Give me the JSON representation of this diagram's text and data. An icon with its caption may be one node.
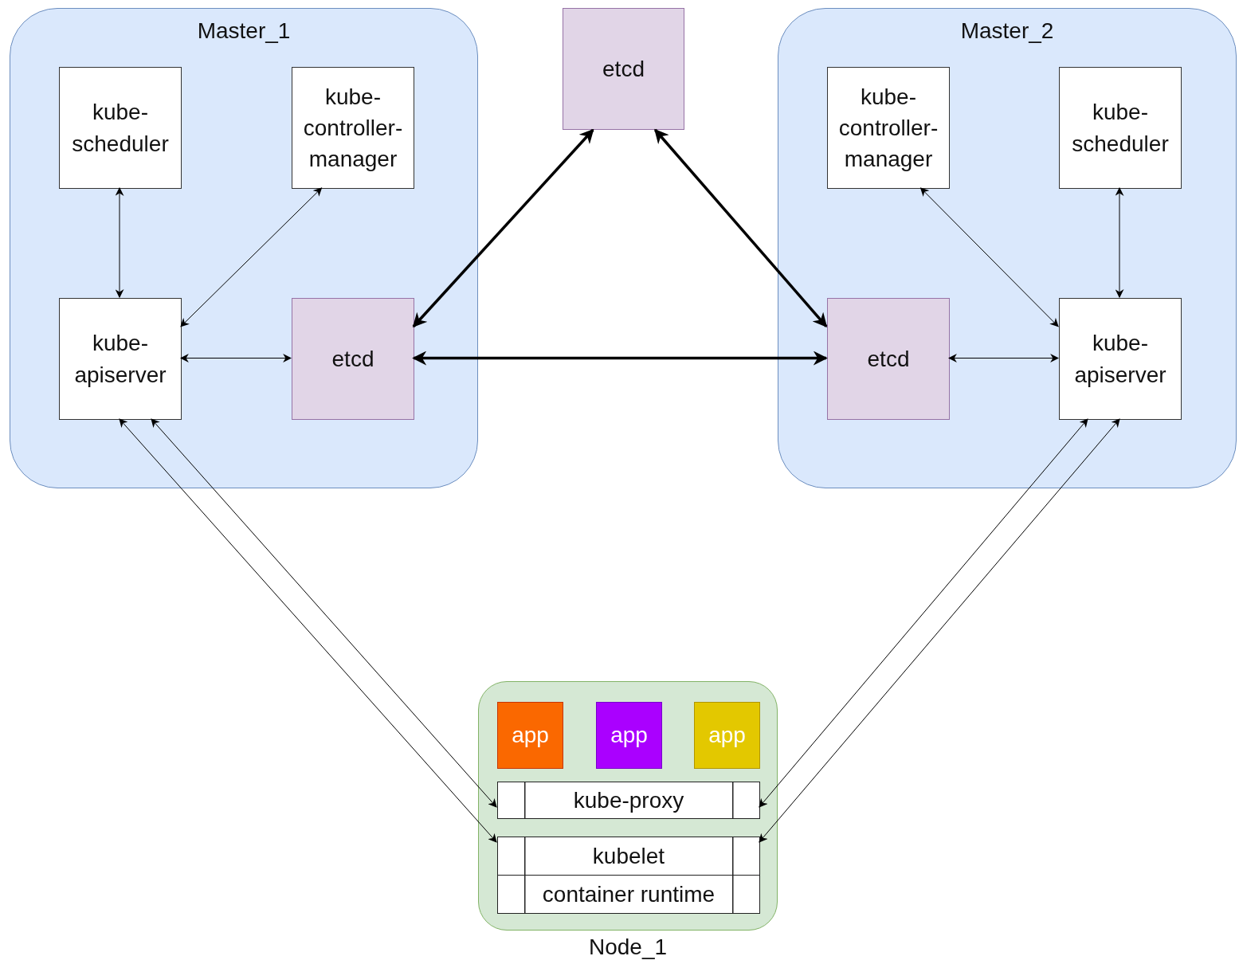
{
  "diagram": {
    "nodes": [
      {
        "text": [
          "Master_1"
        ]
      },
      {
        "text": [
          "kube-scheduler"
        ],
        "in": 0
      },
      {
        "text": [
          "kube-controller-manager"
        ],
        "in": 0
      },
      {
        "text": [
          "kube-apiserver"
        ],
        "in": 0
      },
      {
        "text": [
          "etcd"
        ],
        "in": 0
      },
      {
        "text": [
          "etcd"
        ]
      },
      {
        "text": [
          "Master_2"
        ]
      },
      {
        "text": [
          "kube-controller-manager"
        ],
        "in": 6
      },
      {
        "text": [
          "kube-scheduler"
        ],
        "in": 6
      },
      {
        "text": [
          "etcd"
        ],
        "in": 6
      },
      {
        "text": [
          "kube-apiserver"
        ],
        "in": 6
      },
      {
        "text": [
          "Node_1"
        ]
      },
      {
        "text": [
          "app"
        ],
        "in": 11
      },
      {
        "text": [
          "app"
        ],
        "in": 11
      },
      {
        "text": [
          "app"
        ],
        "in": 11
      },
      {
        "text": [
          "kube-proxy"
        ],
        "in": 11
      },
      {
        "text": [
          "kubelet"
        ],
        "in": 11
      },
      {
        "text": [
          "container runtime"
        ],
        "in": 11
      }
    ],
    "edges": [
      {
        "from": 1,
        "to": 3,
        "arrow": "both"
      },
      {
        "from": 2,
        "to": 3,
        "arrow": "both"
      },
      {
        "from": 3,
        "to": 4,
        "arrow": "both"
      },
      {
        "from": 4,
        "to": 5,
        "arrow": "both",
        "style": "thick"
      },
      {
        "from": 5,
        "to": 9,
        "arrow": "both",
        "style": "thick"
      },
      {
        "from": 4,
        "to": 9,
        "arrow": "both",
        "style": "thick"
      },
      {
        "from": 7,
        "to": 10,
        "arrow": "both"
      },
      {
        "from": 8,
        "to": 10,
        "arrow": "both"
      },
      {
        "from": 9,
        "to": 10,
        "arrow": "both"
      },
      {
        "from": 3,
        "to": 15,
        "arrow": "both"
      },
      {
        "from": 3,
        "to": 16,
        "arrow": "both"
      },
      {
        "from": 10,
        "to": 15,
        "arrow": "both"
      },
      {
        "from": 10,
        "to": 16,
        "arrow": "both"
      }
    ]
  }
}
